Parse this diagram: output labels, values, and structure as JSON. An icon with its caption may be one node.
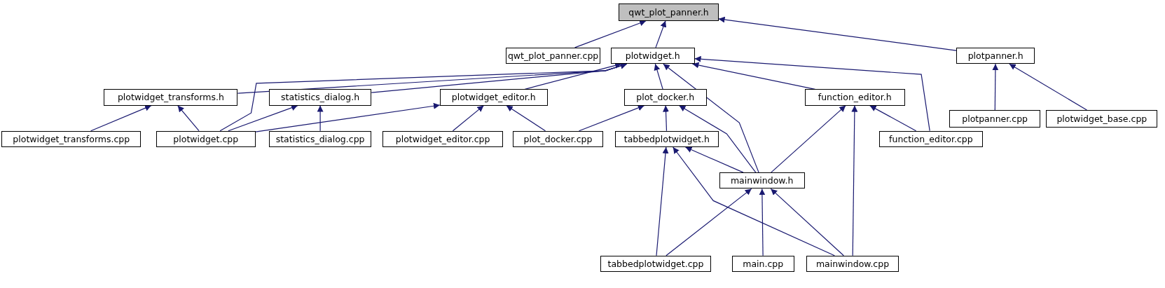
{
  "diagram": {
    "nodes": [
      {
        "text": [
          "qwt_plot_panner.h"
        ]
      },
      {
        "text": [
          "qwt_plot_panner.cpp"
        ]
      },
      {
        "text": [
          "plotwidget.h"
        ]
      },
      {
        "text": [
          "plotpanner.h"
        ]
      },
      {
        "text": [
          "plotwidget_transforms.h"
        ]
      },
      {
        "text": [
          "statistics_dialog.h"
        ]
      },
      {
        "text": [
          "plotwidget_editor.h"
        ]
      },
      {
        "text": [
          "plot_docker.h"
        ]
      },
      {
        "text": [
          "function_editor.h"
        ]
      },
      {
        "text": [
          "plotpanner.cpp"
        ]
      },
      {
        "text": [
          "plotwidget_base.cpp"
        ]
      },
      {
        "text": [
          "plotwidget_transforms.cpp"
        ]
      },
      {
        "text": [
          "plotwidget.cpp"
        ]
      },
      {
        "text": [
          "statistics_dialog.cpp"
        ]
      },
      {
        "text": [
          "plotwidget_editor.cpp"
        ]
      },
      {
        "text": [
          "plot_docker.cpp"
        ]
      },
      {
        "text": [
          "tabbedplotwidget.h"
        ]
      },
      {
        "text": [
          "function_editor.cpp"
        ]
      },
      {
        "text": [
          "mainwindow.h"
        ]
      },
      {
        "text": [
          "tabbedplotwidget.cpp"
        ]
      },
      {
        "text": [
          "main.cpp"
        ]
      },
      {
        "text": [
          "mainwindow.cpp"
        ]
      }
    ],
    "edges": [
      {
        "from": 1,
        "to": 0,
        "arrow": "to"
      },
      {
        "from": 2,
        "to": 0,
        "arrow": "to"
      },
      {
        "from": 3,
        "to": 0,
        "arrow": "to"
      },
      {
        "from": 4,
        "to": 2,
        "arrow": "to"
      },
      {
        "from": 12,
        "to": 2,
        "arrow": "to"
      },
      {
        "from": 5,
        "to": 2,
        "arrow": "to"
      },
      {
        "from": 6,
        "to": 2,
        "arrow": "to"
      },
      {
        "from": 7,
        "to": 2,
        "arrow": "to"
      },
      {
        "from": 18,
        "to": 2,
        "arrow": "to"
      },
      {
        "from": 8,
        "to": 2,
        "arrow": "to"
      },
      {
        "from": 17,
        "to": 2,
        "arrow": "to"
      },
      {
        "from": 9,
        "to": 3,
        "arrow": "to"
      },
      {
        "from": 10,
        "to": 3,
        "arrow": "to"
      },
      {
        "from": 11,
        "to": 4,
        "arrow": "to"
      },
      {
        "from": 12,
        "to": 4,
        "arrow": "to"
      },
      {
        "from": 12,
        "to": 5,
        "arrow": "to"
      },
      {
        "from": 13,
        "to": 5,
        "arrow": "to"
      },
      {
        "from": 12,
        "to": 6,
        "arrow": "to"
      },
      {
        "from": 14,
        "to": 6,
        "arrow": "to"
      },
      {
        "from": 15,
        "to": 6,
        "arrow": "to"
      },
      {
        "from": 15,
        "to": 7,
        "arrow": "to"
      },
      {
        "from": 16,
        "to": 7,
        "arrow": "to"
      },
      {
        "from": 18,
        "to": 7,
        "arrow": "to"
      },
      {
        "from": 18,
        "to": 16,
        "arrow": "to"
      },
      {
        "from": 19,
        "to": 16,
        "arrow": "to"
      },
      {
        "from": 21,
        "to": 16,
        "arrow": "to"
      },
      {
        "from": 18,
        "to": 8,
        "arrow": "to"
      },
      {
        "from": 21,
        "to": 8,
        "arrow": "to"
      },
      {
        "from": 17,
        "to": 8,
        "arrow": "to"
      },
      {
        "from": 19,
        "to": 18,
        "arrow": "to"
      },
      {
        "from": 20,
        "to": 18,
        "arrow": "to"
      },
      {
        "from": 21,
        "to": 18,
        "arrow": "to"
      }
    ]
  }
}
